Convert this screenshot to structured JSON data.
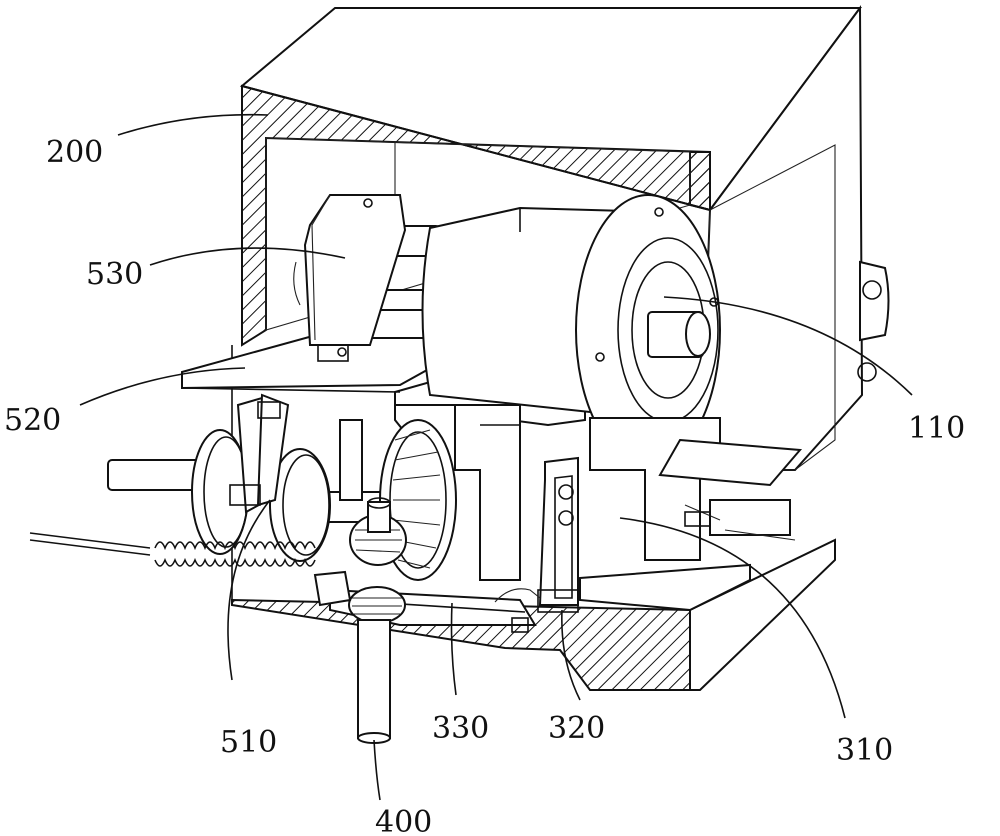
{
  "labels": {
    "l200": "200",
    "l530": "530",
    "l520": "520",
    "l110": "110",
    "l510": "510",
    "l330": "330",
    "l320": "320",
    "l310": "310",
    "l400": "400"
  }
}
